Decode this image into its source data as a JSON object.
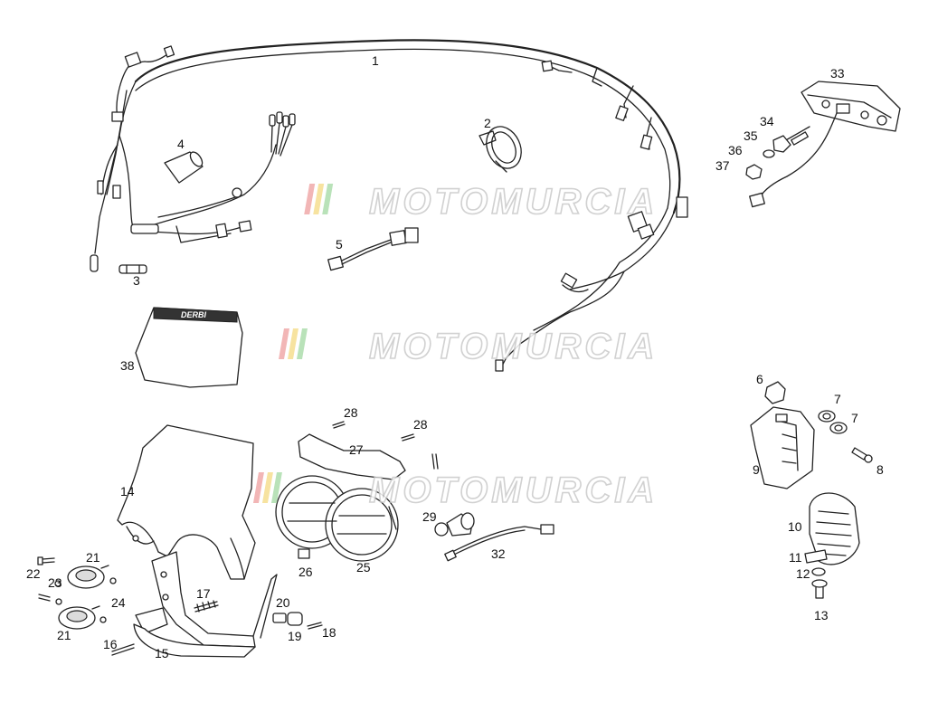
{
  "watermark": {
    "text": "MOTOMURCIA",
    "stripe_colors": [
      "#f2b6b6",
      "#f7e3a0",
      "#b9e2b9"
    ]
  },
  "decal_brand": "DERBI",
  "callouts": [
    {
      "id": "c1",
      "text": "1"
    },
    {
      "id": "c2",
      "text": "2"
    },
    {
      "id": "c3",
      "text": "3"
    },
    {
      "id": "c4",
      "text": "4"
    },
    {
      "id": "c5",
      "text": "5"
    },
    {
      "id": "c6",
      "text": "6"
    },
    {
      "id": "c7a",
      "text": "7"
    },
    {
      "id": "c7b",
      "text": "7"
    },
    {
      "id": "c8",
      "text": "8"
    },
    {
      "id": "c9",
      "text": "9"
    },
    {
      "id": "c10",
      "text": "10"
    },
    {
      "id": "c11",
      "text": "11"
    },
    {
      "id": "c12",
      "text": "12"
    },
    {
      "id": "c13",
      "text": "13"
    },
    {
      "id": "c14",
      "text": "14"
    },
    {
      "id": "c15",
      "text": "15"
    },
    {
      "id": "c16",
      "text": "16"
    },
    {
      "id": "c17",
      "text": "17"
    },
    {
      "id": "c18",
      "text": "18"
    },
    {
      "id": "c19",
      "text": "19"
    },
    {
      "id": "c20",
      "text": "20"
    },
    {
      "id": "c21a",
      "text": "21"
    },
    {
      "id": "c21b",
      "text": "21"
    },
    {
      "id": "c22",
      "text": "22"
    },
    {
      "id": "c23",
      "text": "23"
    },
    {
      "id": "c24",
      "text": "24"
    },
    {
      "id": "c25",
      "text": "25"
    },
    {
      "id": "c26",
      "text": "26"
    },
    {
      "id": "c27",
      "text": "27"
    },
    {
      "id": "c28a",
      "text": "28"
    },
    {
      "id": "c28b",
      "text": "28"
    },
    {
      "id": "c29",
      "text": "29"
    },
    {
      "id": "c32",
      "text": "32"
    },
    {
      "id": "c33",
      "text": "33"
    },
    {
      "id": "c34",
      "text": "34"
    },
    {
      "id": "c35",
      "text": "35"
    },
    {
      "id": "c36",
      "text": "36"
    },
    {
      "id": "c37",
      "text": "37"
    },
    {
      "id": "c38",
      "text": "38"
    }
  ]
}
